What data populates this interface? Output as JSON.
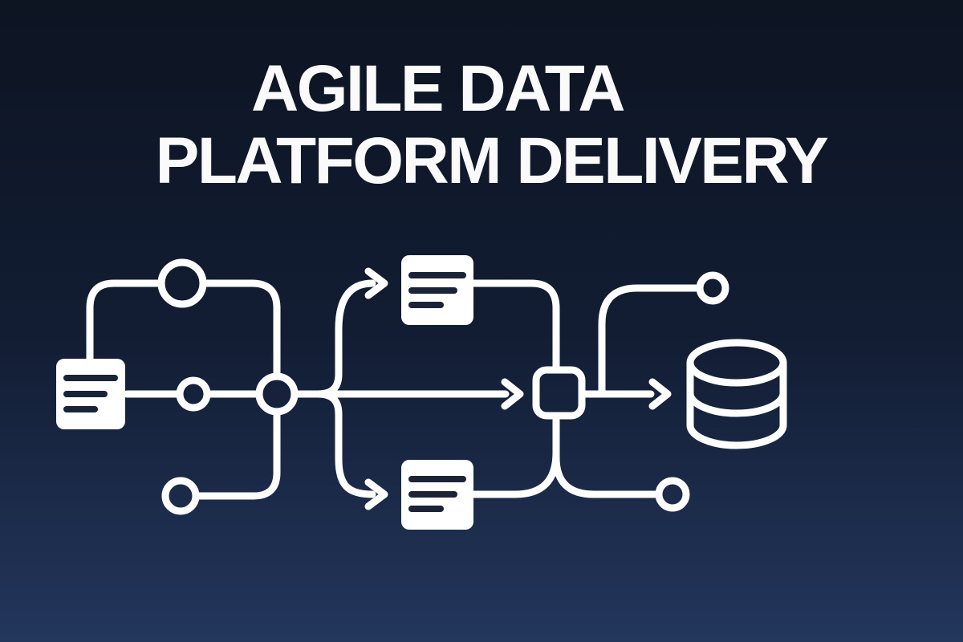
{
  "title": {
    "line1": "AGILE DATA",
    "line2": "PLATFORM DELIVERY"
  },
  "colors": {
    "background_top": "#0d1422",
    "background_mid": "#121d33",
    "background_bottom": "#23365c",
    "wire": "#ffffff",
    "doc_fill": "#ffffff",
    "doc_text": "#1a2338",
    "title": "#fafafa"
  },
  "diagram": {
    "description": "White line-art flow diagram: a source document passes through three stage circles into a hub circle, forks to two document artifacts and a central arrow into a square process node, then flows out to two terminal circles and a database cylinder",
    "nodes": [
      {
        "id": "source-document",
        "icon": "document-icon"
      },
      {
        "id": "stage-circle-top",
        "icon": "circle-node-icon"
      },
      {
        "id": "stage-circle-middle",
        "icon": "circle-node-icon"
      },
      {
        "id": "stage-circle-bottom",
        "icon": "circle-node-icon"
      },
      {
        "id": "hub-circle",
        "icon": "circle-node-icon"
      },
      {
        "id": "artifact-document-top",
        "icon": "document-icon"
      },
      {
        "id": "artifact-document-bottom",
        "icon": "document-icon"
      },
      {
        "id": "process-square",
        "icon": "square-node-icon"
      },
      {
        "id": "output-circle-top",
        "icon": "circle-node-icon"
      },
      {
        "id": "output-circle-bottom",
        "icon": "circle-node-icon"
      },
      {
        "id": "database",
        "icon": "database-icon"
      }
    ]
  }
}
